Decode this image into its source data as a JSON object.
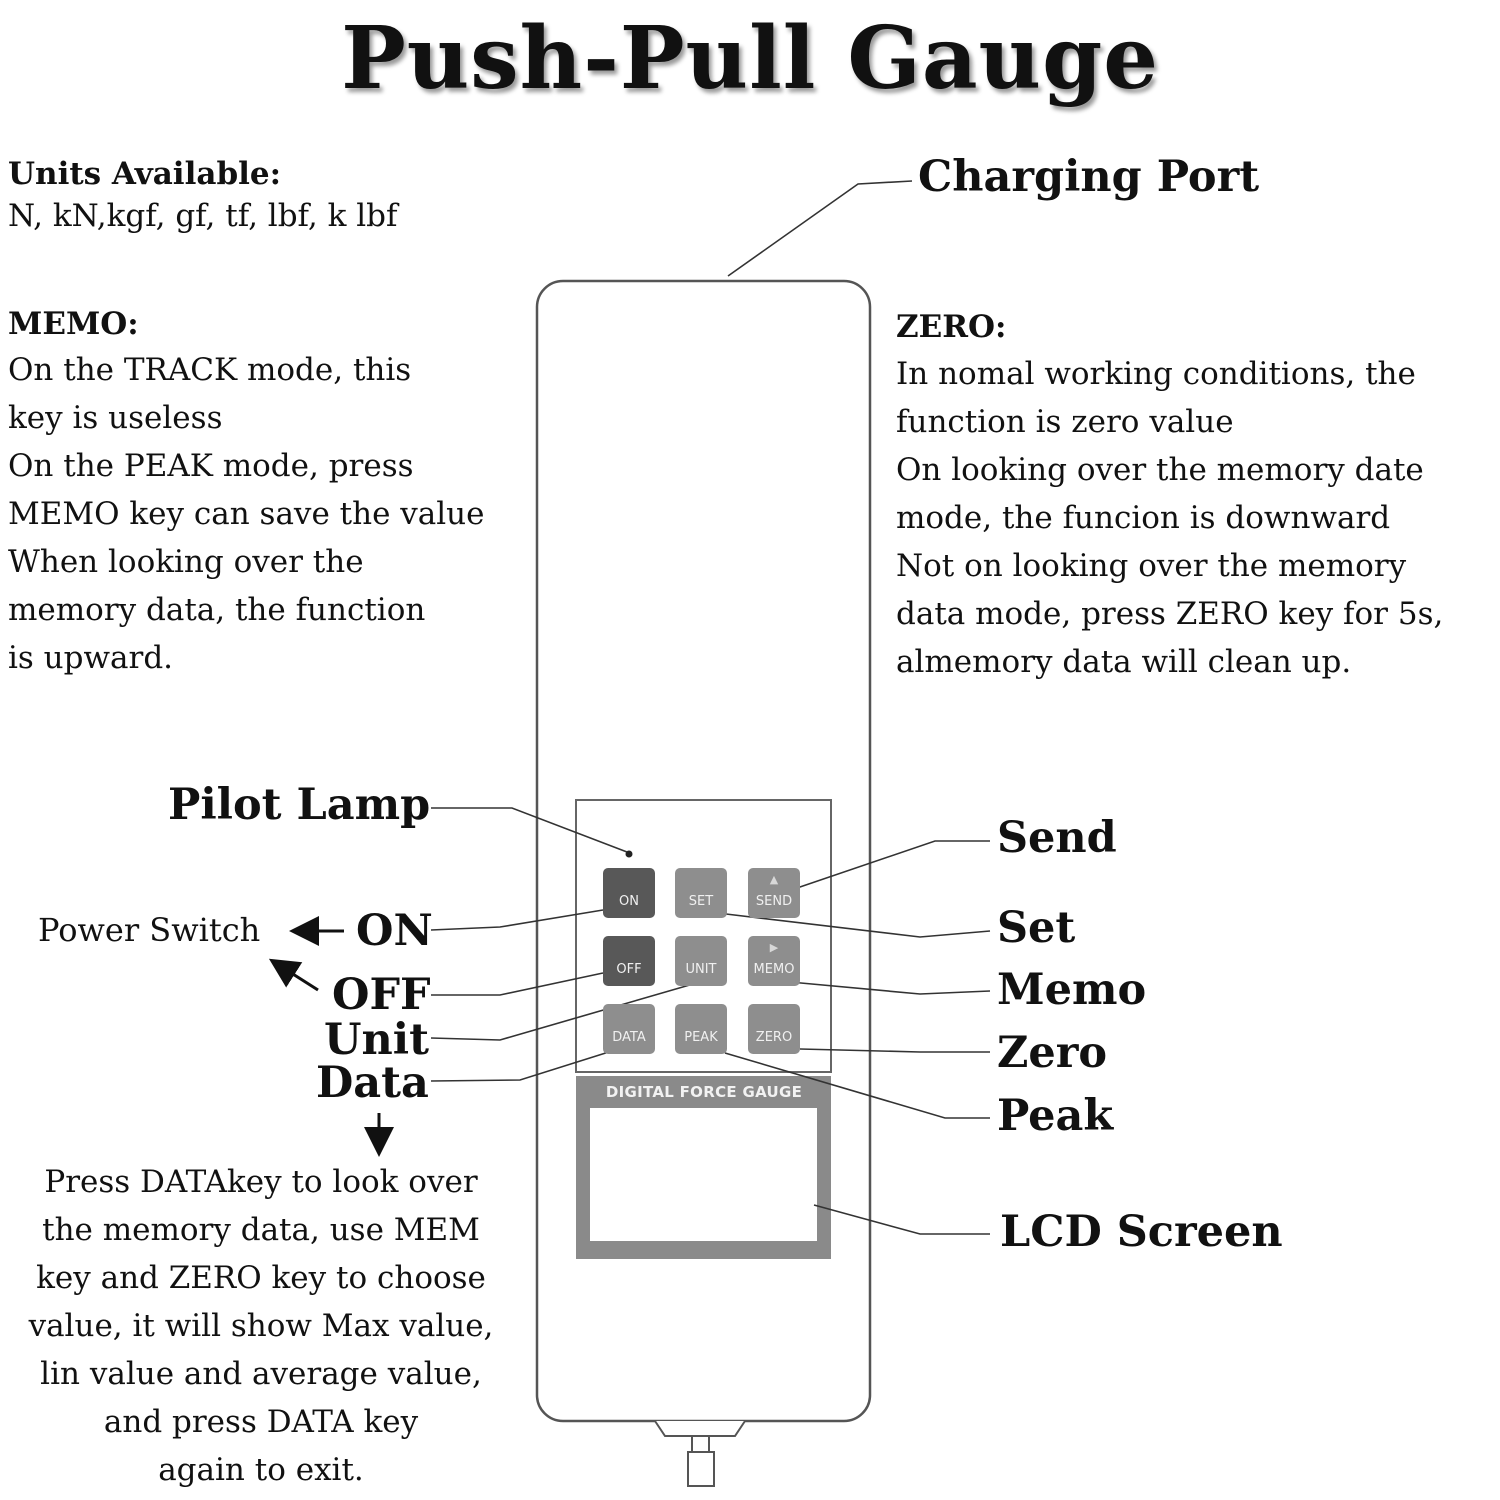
{
  "title": "Push-Pull Gauge",
  "units": {
    "heading": "Units Available:",
    "list": "N, kN,kgf, gf, tf, lbf, k lbf"
  },
  "memo": {
    "heading": "MEMO:",
    "lines": [
      "On the TRACK mode, this",
      "key is useless",
      "On the PEAK mode, press",
      "MEMO key can save the value",
      "When looking over the",
      "memory data,  the function",
      "is upward."
    ]
  },
  "zero": {
    "heading": "ZERO:",
    "lines": [
      "In nomal working conditions, the",
      "function is zero value",
      "On looking over the memory date",
      "mode, the funcion is downward",
      "Not on looking over the memory",
      "data mode, press ZERO key for 5s,",
      "almemory data will clean up."
    ]
  },
  "callouts": {
    "charging_port": "Charging Port",
    "pilot_lamp": "Pilot Lamp",
    "power_switch": "Power Switch",
    "on": "ON",
    "off": "OFF",
    "unit": "Unit",
    "data": "Data",
    "send": "Send",
    "set": "Set",
    "memo": "Memo",
    "zero": "Zero",
    "peak": "Peak",
    "lcd_screen": "LCD Screen"
  },
  "data_note": {
    "lines": [
      "Press DATAkey to look over",
      "the memory data, use MEM",
      "key and ZERO key to choose",
      "value, it will show Max value,",
      "lin value and average value,",
      "and press DATA key",
      "again to exit."
    ]
  },
  "device": {
    "keys": {
      "on": "ON",
      "set": "SET",
      "send": "SEND",
      "off": "OFF",
      "unit": "UNIT",
      "memo": "MEMO",
      "data": "DATA",
      "peak": "PEAK",
      "zero": "ZERO"
    },
    "panel_label": "DIGITAL FORCE GAUGE"
  },
  "colors": {
    "key_dark": "#585858",
    "key_light": "#8e8e8e",
    "panel_gray": "#8a8a8a",
    "line": "#333333"
  }
}
